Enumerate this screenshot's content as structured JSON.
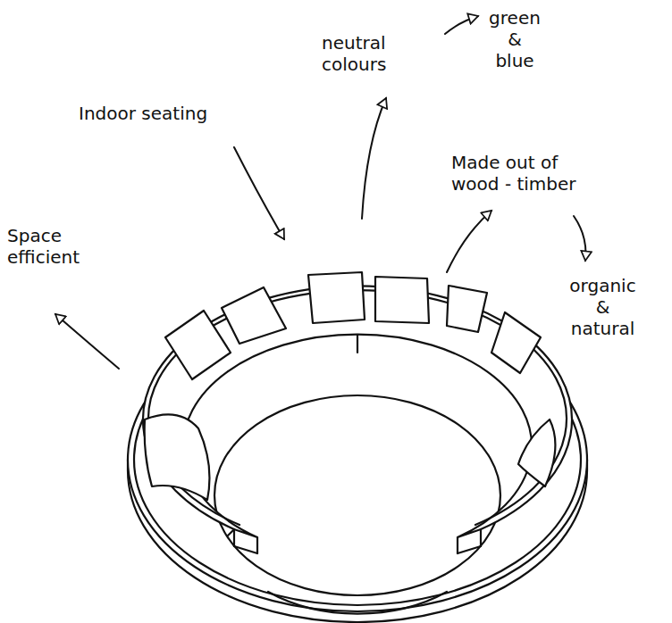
{
  "diagram": {
    "labels": [
      "Space efficient",
      "Indoor seating",
      "neutral colours",
      "green & blue",
      "Made out of wood - timber",
      "organic & natural"
    ]
  }
}
